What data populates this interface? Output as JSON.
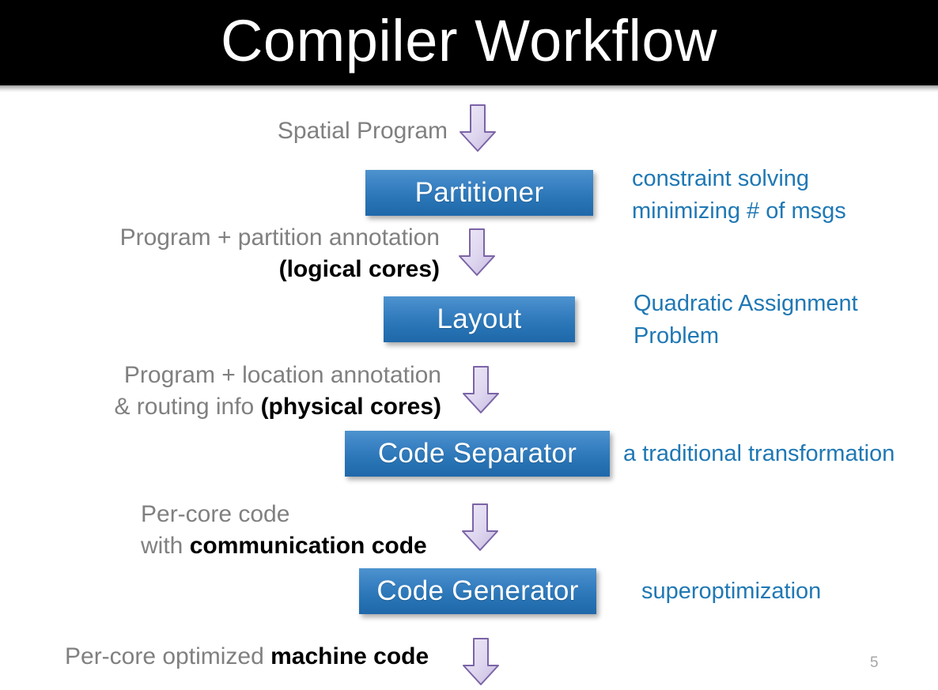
{
  "slide": {
    "title": "Compiler Workflow",
    "page_number": "5",
    "colors": {
      "banner_background": "#000000",
      "title_text": "#ffffff",
      "stage_box_top": "#4e93cf",
      "stage_box_bottom": "#1f68aa",
      "stage_box_text": "#ffffff",
      "flow_label_text": "#808080",
      "flow_label_emphasis": "#000000",
      "annotation_text": "#1f78b4",
      "arrow_fill": "#ded7ef",
      "arrow_outline": "#7b64a6",
      "page_number": "#a6a6a6"
    }
  },
  "flow": {
    "labels": [
      {
        "id": "spatial-program",
        "lines": [
          {
            "plain": "Spatial Program",
            "bold": ""
          }
        ]
      },
      {
        "id": "program-partition-annotation",
        "lines": [
          {
            "plain": "Program + partition annotation",
            "bold": ""
          },
          {
            "plain": "",
            "bold": "(logical cores)"
          }
        ]
      },
      {
        "id": "program-location-annotation",
        "lines": [
          {
            "plain": "Program + location annotation",
            "bold": ""
          },
          {
            "plain": "& routing info ",
            "bold": "(physical cores)"
          }
        ]
      },
      {
        "id": "per-core-code",
        "lines": [
          {
            "plain": "Per-core code",
            "bold": ""
          },
          {
            "plain": "with ",
            "bold": "communication code"
          }
        ]
      },
      {
        "id": "per-core-optimized-machine-code",
        "lines": [
          {
            "plain": "Per-core optimized ",
            "bold": "machine code"
          }
        ]
      }
    ],
    "stages": [
      {
        "id": "partitioner",
        "label": "Partitioner"
      },
      {
        "id": "layout",
        "label": "Layout"
      },
      {
        "id": "code-separator",
        "label": "Code Separator"
      },
      {
        "id": "code-generator",
        "label": "Code Generator"
      }
    ],
    "annotations": [
      {
        "id": "partitioner-annotation",
        "lines": [
          "constraint solving",
          "minimizing # of msgs"
        ]
      },
      {
        "id": "layout-annotation",
        "lines": [
          "Quadratic Assignment",
          "Problem"
        ]
      },
      {
        "id": "code-separator-annotation",
        "lines": [
          "a traditional transformation"
        ]
      },
      {
        "id": "code-generator-annotation",
        "lines": [
          "superoptimization"
        ]
      }
    ],
    "arrows": [
      {
        "id": "arrow-to-partitioner"
      },
      {
        "id": "arrow-to-layout"
      },
      {
        "id": "arrow-to-code-separator"
      },
      {
        "id": "arrow-to-code-generator"
      },
      {
        "id": "arrow-output"
      }
    ]
  }
}
